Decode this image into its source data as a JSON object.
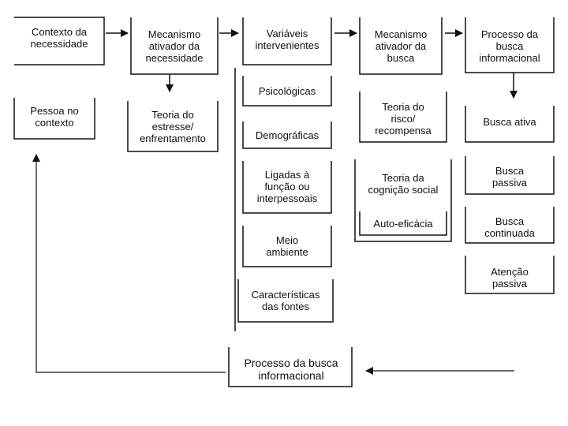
{
  "diagram": {
    "top_row": {
      "contexto": "Contexto da\nnecessidade",
      "mecanismo_necessidade": "Mecanismo\nativador da\nnecessidade",
      "variaveis": "Variáveis\nintervenientes",
      "mecanismo_busca": "Mecanismo\nativador da\nbusca",
      "processo": "Processo da\nbusca\ninformacional"
    },
    "pessoa": "Pessoa no\ncontexto",
    "teoria_estresse": "Teoria do\nestresse/\nenfrentamento",
    "variaveis_items": [
      "Psicológicas",
      "Demográficas",
      "Ligadas à\nfunção ou\ninterpessoais",
      "Meio\nambiente",
      "Características\ndas fontes"
    ],
    "teoria_risco": "Teoria do\nrisco/\nrecompensa",
    "teoria_cognicao": "Teoria da\ncognição social",
    "auto_eficacia": "Auto-eficácia",
    "busca_items": [
      "Busca ativa",
      "Busca\npassiva",
      "Busca\ncontinuada",
      "Atenção\npassiva"
    ],
    "bottom": "Processo da busca\ninformacional"
  }
}
